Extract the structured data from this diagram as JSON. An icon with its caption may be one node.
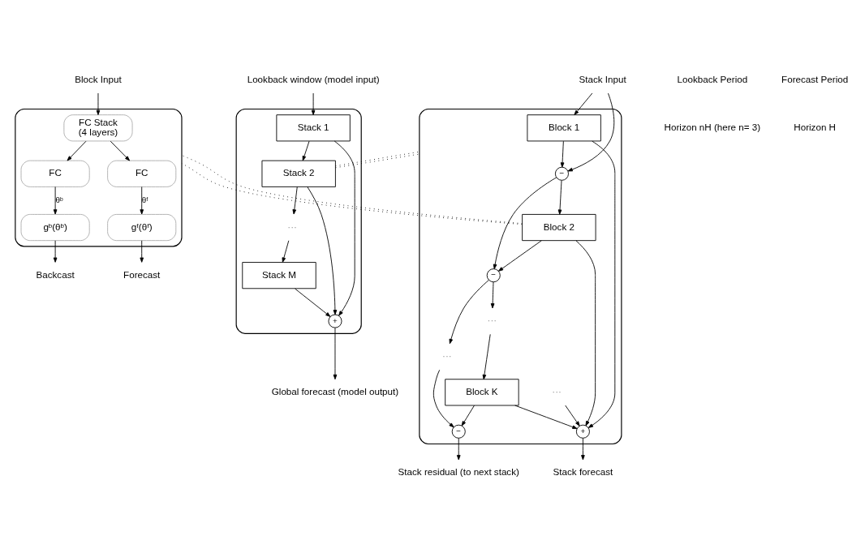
{
  "diagram": {
    "nodes": [
      {
        "text": [
          "Block Input"
        ]
      },
      {
        "text": [],
        "shape": "box"
      },
      {
        "text": [
          "FC Stack",
          "(4 layers)"
        ],
        "in": 1
      },
      {
        "text": [
          "FC"
        ],
        "in": 1
      },
      {
        "text": [
          "FC"
        ],
        "in": 1
      },
      {
        "text": [
          "gᵇ(θᵇ)"
        ],
        "in": 1
      },
      {
        "text": [
          "gᶠ(θᶠ)"
        ],
        "in": 1
      },
      {
        "text": [
          "Backcast"
        ]
      },
      {
        "text": [
          "Forecast"
        ]
      },
      {
        "text": [
          "Stack Input"
        ]
      },
      {
        "text": [],
        "shape": "box"
      },
      {
        "text": [
          "Block 1"
        ],
        "in": 10
      },
      {
        "text": [
          "−"
        ],
        "in": 10
      },
      {
        "text": [
          "Block 2"
        ],
        "in": 10
      },
      {
        "text": [
          "−"
        ],
        "in": 10
      },
      {
        "text": [
          "···"
        ],
        "in": 10
      },
      {
        "text": [
          "···"
        ],
        "in": 10
      },
      {
        "text": [
          "···"
        ],
        "in": 10
      },
      {
        "text": [
          "Block K"
        ],
        "in": 10
      },
      {
        "text": [
          "−"
        ],
        "in": 10
      },
      {
        "text": [
          "+"
        ],
        "in": 10
      },
      {
        "text": [
          "Stack forecast"
        ]
      },
      {
        "text": [
          "Stack residual (to next stack)"
        ]
      },
      {
        "text": [
          "Lookback window (model input)"
        ]
      },
      {
        "text": [],
        "shape": "box"
      },
      {
        "text": [
          "Stack 1"
        ],
        "in": 24
      },
      {
        "text": [
          "Stack 2"
        ],
        "in": 24
      },
      {
        "text": [
          "···"
        ],
        "in": 24
      },
      {
        "text": [
          "Stack M"
        ],
        "in": 24
      },
      {
        "text": [
          "+"
        ],
        "in": 24
      },
      {
        "text": [
          "Global forecast (model output)"
        ]
      }
    ],
    "edges": [
      {
        "from": 0,
        "to": 2,
        "arrow": "to"
      },
      {
        "from": 2,
        "to": 3,
        "arrow": "to"
      },
      {
        "from": 2,
        "to": 4,
        "arrow": "to"
      },
      {
        "from": 3,
        "to": 5,
        "arrow": "to",
        "label": "θᵇ"
      },
      {
        "from": 4,
        "to": 6,
        "arrow": "to",
        "label": "θᶠ"
      },
      {
        "from": 5,
        "to": 7,
        "arrow": "to"
      },
      {
        "from": 6,
        "to": 8,
        "arrow": "to"
      },
      {
        "from": 13,
        "to": 1,
        "arrow": "none",
        "style": "dashed"
      },
      {
        "from": 13,
        "to": 1,
        "arrow": "none",
        "style": "dashed"
      },
      {
        "from": 9,
        "to": 11,
        "arrow": "to"
      },
      {
        "from": 9,
        "to": 12,
        "arrow": "to"
      },
      {
        "from": 11,
        "to": 12,
        "arrow": "to"
      },
      {
        "from": 11,
        "to": 20,
        "arrow": "to"
      },
      {
        "from": 12,
        "to": 13,
        "arrow": "to"
      },
      {
        "from": 12,
        "to": 14,
        "arrow": "to"
      },
      {
        "from": 13,
        "to": 14,
        "arrow": "to"
      },
      {
        "from": 13,
        "to": 20,
        "arrow": "to"
      },
      {
        "from": 14,
        "to": 15,
        "arrow": "to"
      },
      {
        "from": 14,
        "to": 16,
        "arrow": "to"
      },
      {
        "from": 16,
        "to": 18,
        "arrow": "to"
      },
      {
        "from": 17,
        "to": 20,
        "arrow": "to"
      },
      {
        "from": 15,
        "to": 19,
        "arrow": "to"
      },
      {
        "from": 18,
        "to": 19,
        "arrow": "to"
      },
      {
        "from": 18,
        "to": 20,
        "arrow": "to"
      },
      {
        "from": 20,
        "to": 21,
        "arrow": "to"
      },
      {
        "from": 19,
        "to": 22,
        "arrow": "to"
      },
      {
        "from": 26,
        "to": 10,
        "arrow": "none",
        "style": "dashed"
      },
      {
        "from": 26,
        "to": 10,
        "arrow": "none",
        "style": "dashed"
      },
      {
        "from": 23,
        "to": 25,
        "arrow": "to"
      },
      {
        "from": 25,
        "to": 26,
        "arrow": "to"
      },
      {
        "from": 26,
        "to": 27,
        "arrow": "to"
      },
      {
        "from": 27,
        "to": 28,
        "arrow": "to"
      },
      {
        "from": 25,
        "to": 29,
        "arrow": "to"
      },
      {
        "from": 26,
        "to": 29,
        "arrow": "to"
      },
      {
        "from": 28,
        "to": 29,
        "arrow": "to"
      },
      {
        "from": 29,
        "to": 30,
        "arrow": "to"
      }
    ],
    "labels": [
      "Lookback Period",
      "Horizon nH (here n= 3)",
      "Forecast Period",
      "Horizon H"
    ]
  }
}
